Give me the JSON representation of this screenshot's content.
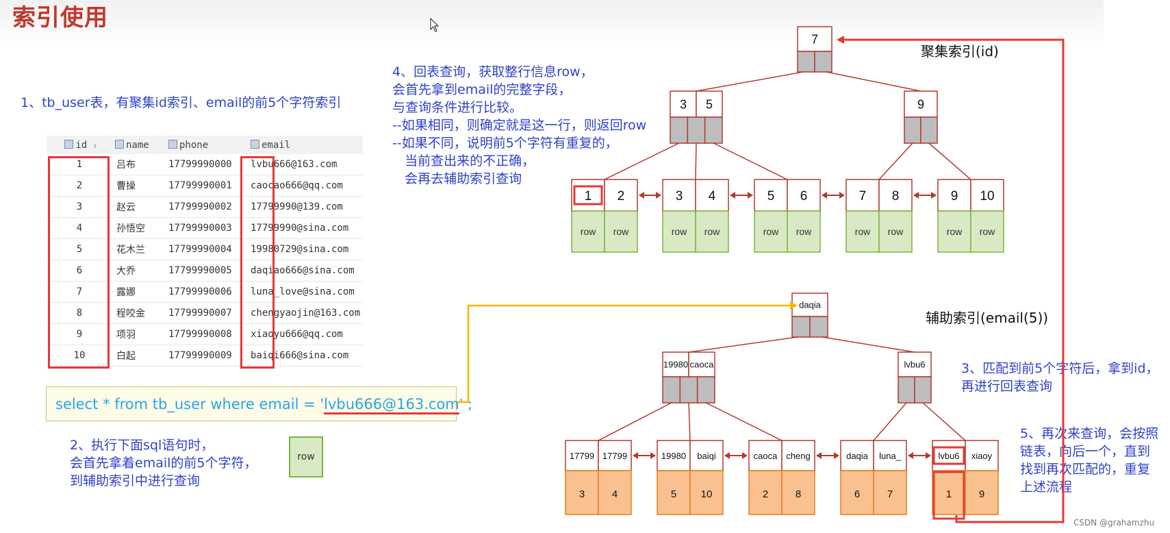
{
  "title": "索引使用",
  "notes": {
    "step1": "1、tb_user表，有聚集id索引、email的前5个字符索引",
    "step2": "2、执行下面sql语句时，\n会首先拿着email的前5个字符，\n到辅助索引中进行查询",
    "step3": "3、匹配到前5个字符后，拿到id，\n再进行回表查询",
    "step4": "4、回表查询，获取整行信息row，\n会首先拿到email的完整字段，\n与查询条件进行比较。\n--如果相同，则确定就是这一行，则返回row\n--如果不同，说明前5个字符有重复的，\n   当前查出来的不正确，\n   会再去辅助索引查询",
    "step5": "5、再次来查询，会按照\n链表，向后一个，直到\n找到再次匹配的，重复\n上述流程"
  },
  "clustered_index_label": "聚集索引(id)",
  "secondary_index_label": "辅助索引(email(5))",
  "table": {
    "headers": [
      "id",
      "name",
      "phone",
      "email"
    ],
    "rows": [
      [
        "1",
        "吕布",
        "17799990000",
        "lvbu666@163.com"
      ],
      [
        "2",
        "曹操",
        "17799990001",
        "caocao666@qq.com"
      ],
      [
        "3",
        "赵云",
        "17799990002",
        "17799990@139.com"
      ],
      [
        "4",
        "孙悟空",
        "17799990003",
        "17799990@sina.com"
      ],
      [
        "5",
        "花木兰",
        "17799990004",
        "19980729@sina.com"
      ],
      [
        "6",
        "大乔",
        "17799990005",
        "daqiao666@sina.com"
      ],
      [
        "7",
        "露娜",
        "17799990006",
        "luna_love@sina.com"
      ],
      [
        "8",
        "程咬金",
        "17799990007",
        "chengyaojin@163.com"
      ],
      [
        "9",
        "项羽",
        "17799990008",
        "xiaoyu666@qq.com"
      ],
      [
        "10",
        "白起",
        "17799990009",
        "baiqi666@sina.com"
      ]
    ]
  },
  "sql": {
    "prefix": "select * from tb_user where email = '",
    "value": "lvbu666@163.com",
    "suffix": "' ;"
  },
  "row_label": "row",
  "clustered_tree": {
    "root": [
      "7"
    ],
    "level2": [
      [
        "3",
        "5"
      ],
      [
        "9"
      ]
    ],
    "leaves": [
      [
        "1",
        "2"
      ],
      [
        "3",
        "4"
      ],
      [
        "5",
        "6"
      ],
      [
        "7",
        "8"
      ],
      [
        "9",
        "10"
      ]
    ],
    "highlighted_key": "1"
  },
  "secondary_tree": {
    "root": [
      "daqia"
    ],
    "level2": [
      [
        "19980",
        "caoca"
      ],
      [
        "lvbu6"
      ]
    ],
    "leaves": [
      {
        "keys": [
          "17799",
          "17799"
        ],
        "ids": [
          "3",
          "4"
        ]
      },
      {
        "keys": [
          "19980",
          "baiqi"
        ],
        "ids": [
          "5",
          "10"
        ]
      },
      {
        "keys": [
          "caoca",
          "cheng"
        ],
        "ids": [
          "2",
          "8"
        ]
      },
      {
        "keys": [
          "daqia",
          "luna_"
        ],
        "ids": [
          "6",
          "7"
        ]
      },
      {
        "keys": [
          "lvbu6",
          "xiaoy"
        ],
        "ids": [
          "1",
          "9"
        ]
      }
    ],
    "highlighted_key": "lvbu6"
  },
  "watermark": "CSDN @grahamzhu",
  "colors": {
    "title": "#c0392b",
    "note_text": "#2f43c9",
    "node_border": "#b03a2e",
    "pointer_fill": "#bdbdbd",
    "row_fill": "#d8e9c3",
    "row_border": "#7cb342",
    "id_fill": "#f9c18f",
    "id_border": "#e67e22",
    "highlight": "#e53935",
    "sql_text": "#29a5e6",
    "flow_arrow": "#f5b800"
  }
}
